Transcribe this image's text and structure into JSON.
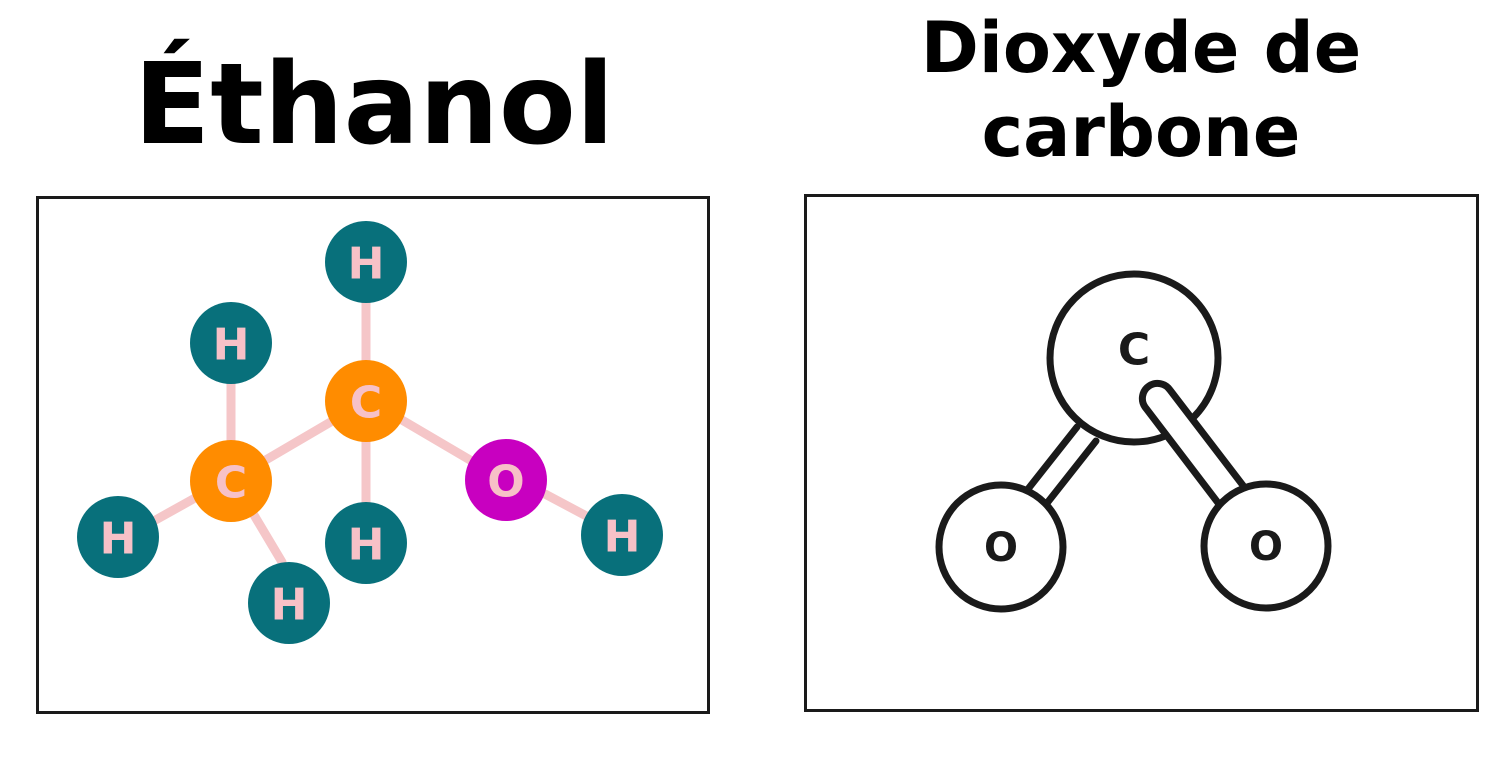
{
  "panels": {
    "left": {
      "title": "Éthanol",
      "atoms": {
        "h_top": "H",
        "h_upper_left": "H",
        "c_right": "C",
        "c_left": "C",
        "o": "O",
        "h_left": "H",
        "h_middle": "H",
        "h_bottom": "H",
        "h_right": "H"
      }
    },
    "right": {
      "title_line1": "Dioxyde de",
      "title_line2": "carbone",
      "atoms": {
        "c": "C",
        "o_left": "O",
        "o_right": "O"
      }
    }
  },
  "colors": {
    "hydrogen": "#08707b",
    "carbon": "#ff8c00",
    "oxygen": "#c800c0",
    "bond": "#f5c6c8",
    "label": "#f7c1c7",
    "outline": "#1a1a1a"
  }
}
